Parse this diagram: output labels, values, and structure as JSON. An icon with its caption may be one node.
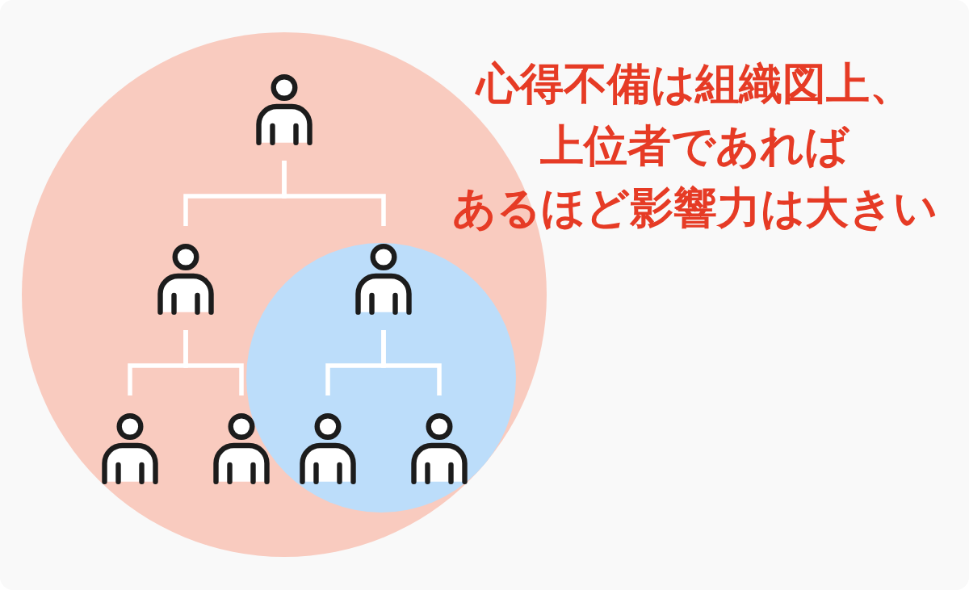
{
  "diagram": {
    "nodes": [
      {
        "text": [],
        "shape": "circle"
      },
      {
        "text": [],
        "shape": "circle",
        "in": 0
      },
      {
        "text": [],
        "shape": "person",
        "in": 0
      },
      {
        "text": [],
        "shape": "person",
        "in": 0
      },
      {
        "text": [],
        "shape": "person",
        "in": 1
      },
      {
        "text": [],
        "shape": "person",
        "in": 0
      },
      {
        "text": [],
        "shape": "person",
        "in": 0
      },
      {
        "text": [],
        "shape": "person",
        "in": 1
      },
      {
        "text": [],
        "shape": "person",
        "in": 1
      }
    ],
    "edges": [
      {
        "from": 2,
        "to": 3,
        "arrow": "none"
      },
      {
        "from": 2,
        "to": 4,
        "arrow": "none"
      },
      {
        "from": 3,
        "to": 5,
        "arrow": "none"
      },
      {
        "from": 3,
        "to": 6,
        "arrow": "none"
      },
      {
        "from": 4,
        "to": 7,
        "arrow": "none"
      },
      {
        "from": 4,
        "to": 8,
        "arrow": "none"
      }
    ],
    "labels": [
      "心得不備は組織図上、上位者であればあるほど影響力は大きい"
    ]
  }
}
